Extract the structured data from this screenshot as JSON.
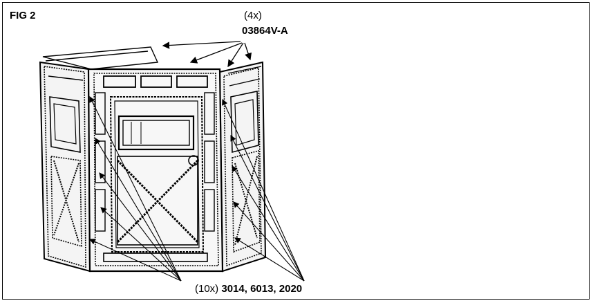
{
  "figure": {
    "label": "FIG 2"
  },
  "callouts": {
    "top": {
      "quantity": "(4x)",
      "part": "03864V-A"
    },
    "bottom": {
      "quantity": "(10x)",
      "parts": "3014, 6013, 2020"
    }
  },
  "colors": {
    "line": "#000000",
    "background": "#ffffff",
    "panel": "#f2f2f2"
  }
}
